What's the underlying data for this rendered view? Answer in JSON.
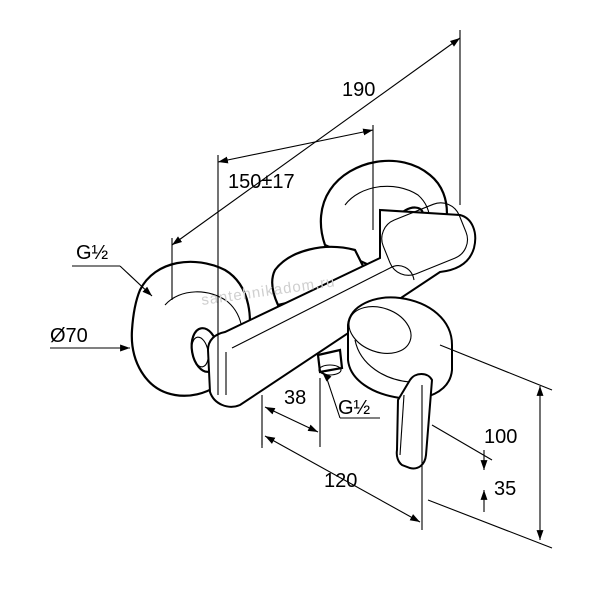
{
  "dimensions": {
    "overall_width": "190",
    "center_distance": "150±17",
    "inlet_thread_left": "G½",
    "rosette_diameter": "Ø70",
    "outlet_offset": "38",
    "outlet_thread": "G½",
    "lever_projection": "120",
    "height": "100",
    "lever_height": "35"
  },
  "watermark": "santehnikadom.ru"
}
